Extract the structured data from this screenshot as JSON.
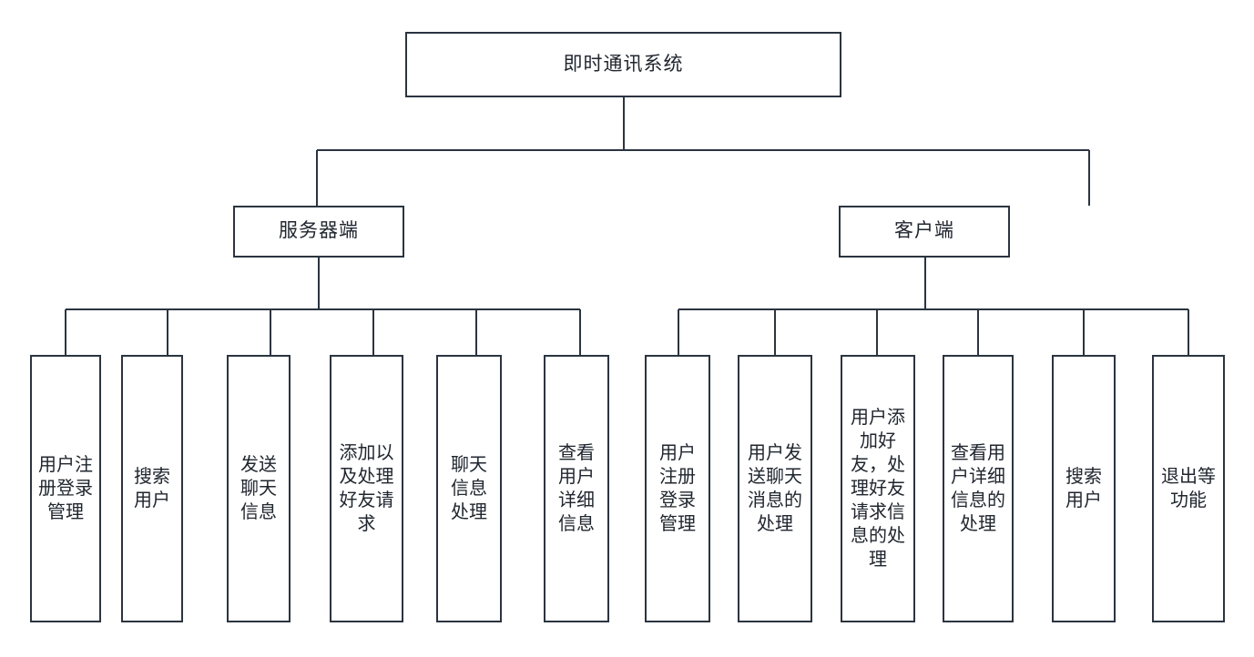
{
  "diagram": {
    "type": "tree",
    "title": "即时通讯系统",
    "root": {
      "label": "即时通讯系统"
    },
    "branches": [
      {
        "label": "服务器端",
        "children": [
          {
            "label": "用户注册登录管理"
          },
          {
            "label": "搜索用户"
          },
          {
            "label": "发送聊天信息"
          },
          {
            "label": "添加以及处理好友请求"
          },
          {
            "label": "聊天信息处理"
          },
          {
            "label": "查看用户详细信息"
          }
        ]
      },
      {
        "label": "客户端",
        "children": [
          {
            "label": "用户注册登录管理"
          },
          {
            "label": "用户发送聊天消息的处理"
          },
          {
            "label": "用户添加好友，处理好友请求信息的处理"
          },
          {
            "label": "查看用户详细信息的处理"
          },
          {
            "label": "搜索用户"
          },
          {
            "label": "退出等功能"
          }
        ]
      }
    ],
    "colors": {
      "stroke": "#2b3440",
      "fill": "#ffffff",
      "text": "#20262f",
      "background": "#ffffff"
    }
  }
}
